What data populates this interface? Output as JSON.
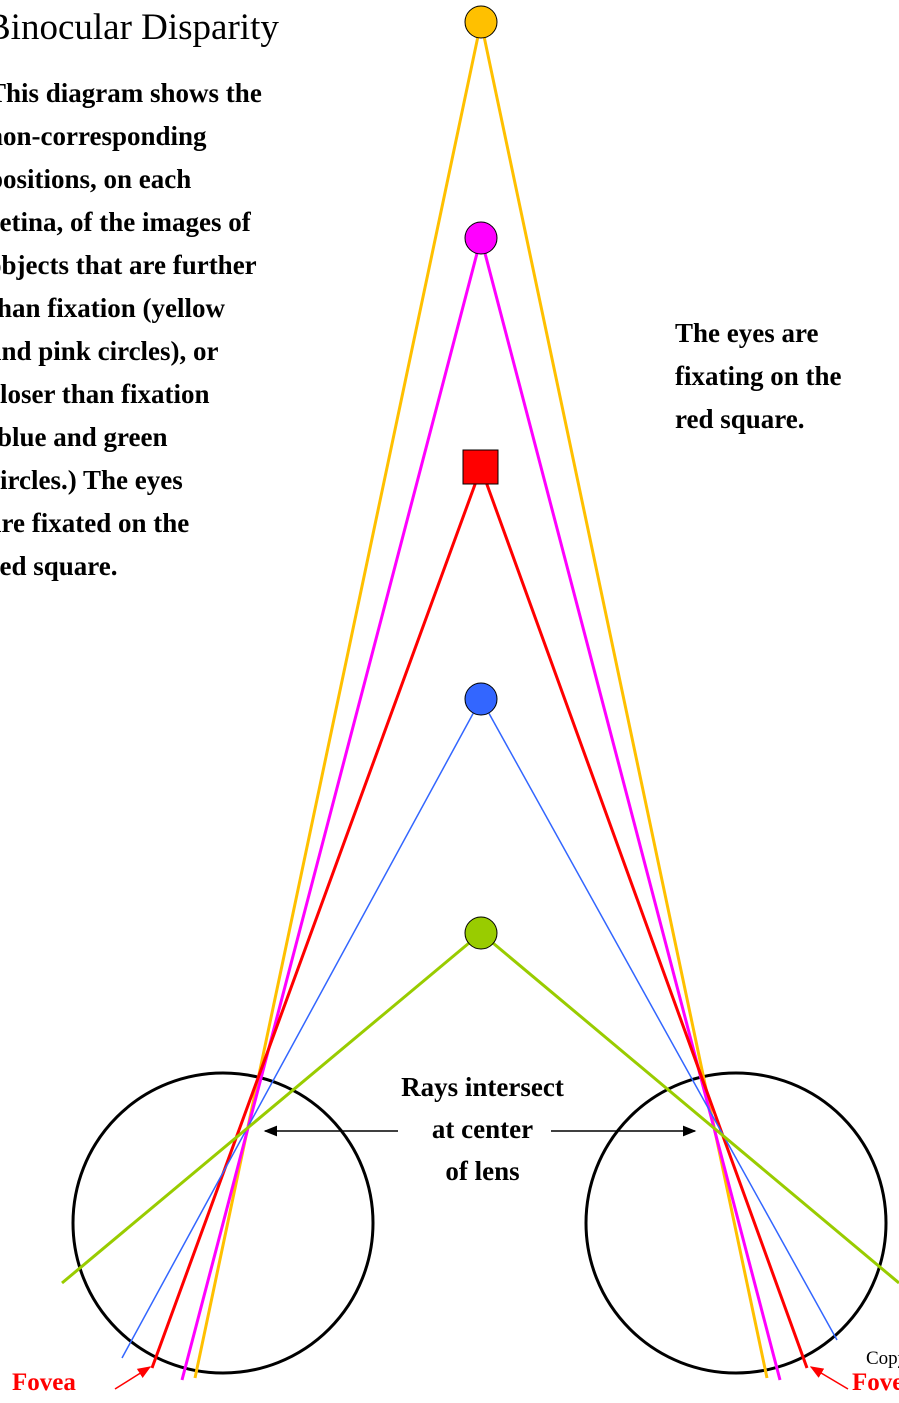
{
  "title": "Binocular Disparity",
  "description_lines": [
    "This diagram shows the",
    "non-corresponding",
    "positions, on each",
    "retina, of the images of",
    "objects that are further",
    "than fixation (yellow",
    "and pink circles), or",
    "closer than fixation",
    "(blue and green",
    "circles.)  The eyes",
    "are fixated on the",
    "red square."
  ],
  "fixation_note_lines": [
    "The eyes are",
    "fixating on the",
    "red square."
  ],
  "lens_label_lines": [
    "Rays intersect",
    "at center",
    "of lens"
  ],
  "fovea_left": "Fovea",
  "fovea_right": "Fovea",
  "copyright": "Copyright",
  "colors": {
    "yellow": "#ffc000",
    "pink": "#ff00ff",
    "red": "#ff0000",
    "blue": "#3366ff",
    "green": "#99cc00",
    "outline": "#000000",
    "fovea_label": "#ff0000"
  },
  "objects": [
    {
      "name": "yellow-circle",
      "shape": "circle",
      "color": "yellow",
      "distance": "further than fixation"
    },
    {
      "name": "pink-circle",
      "shape": "circle",
      "color": "pink",
      "distance": "further than fixation"
    },
    {
      "name": "red-square",
      "shape": "square",
      "color": "red",
      "distance": "fixation"
    },
    {
      "name": "blue-circle",
      "shape": "circle",
      "color": "blue",
      "distance": "closer than fixation"
    },
    {
      "name": "green-circle",
      "shape": "circle",
      "color": "green",
      "distance": "closer than fixation"
    }
  ]
}
